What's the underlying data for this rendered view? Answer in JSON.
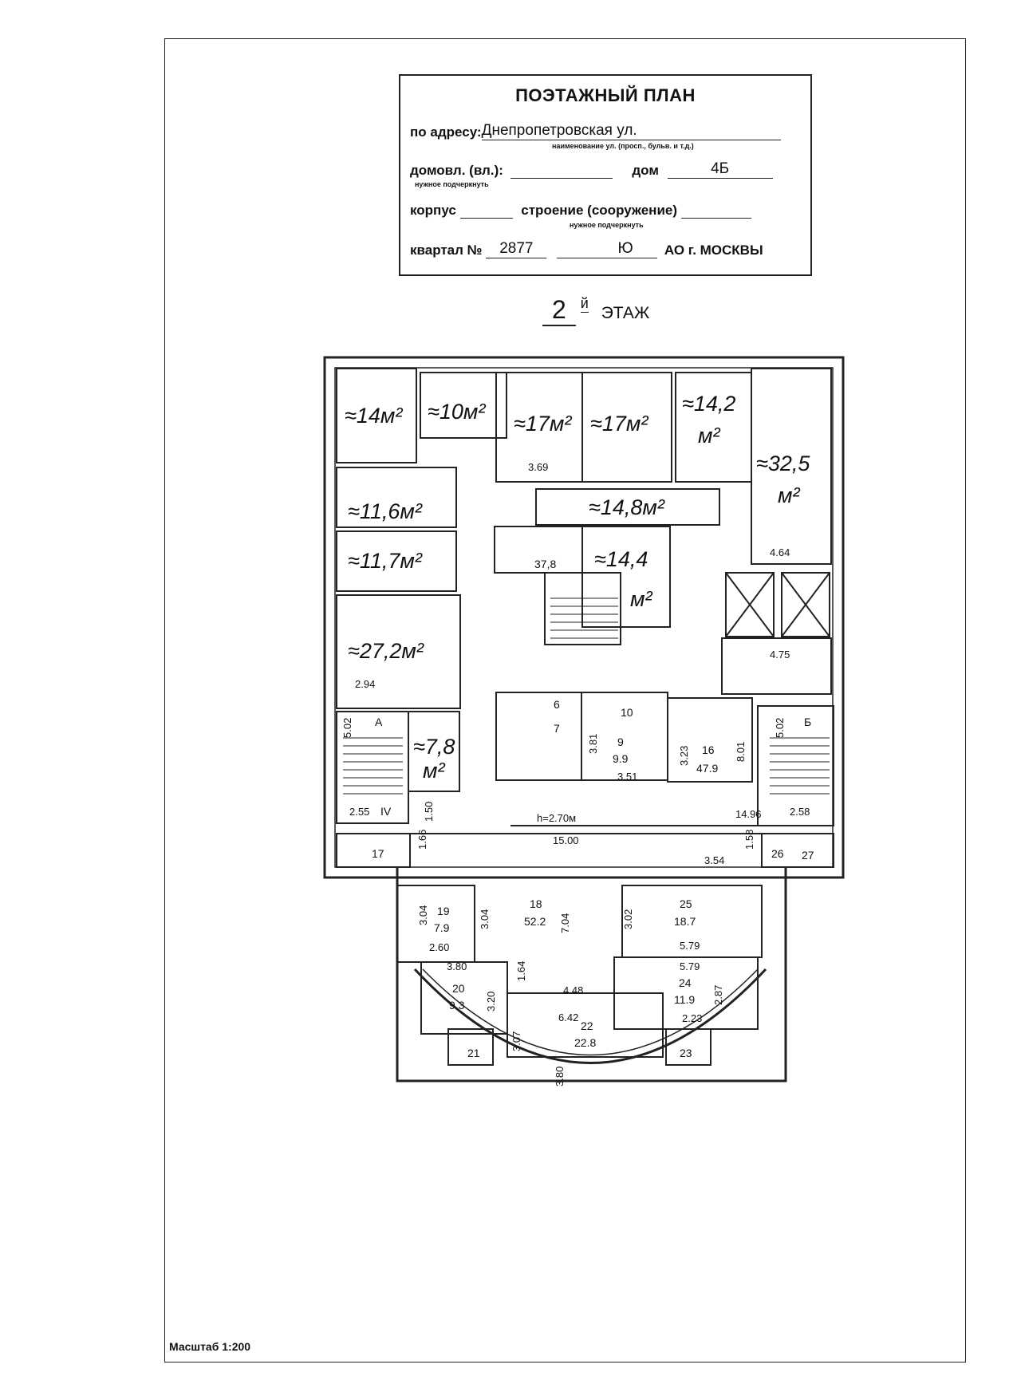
{
  "stamp": {
    "title": "ПОЭТАЖНЫЙ ПЛАН",
    "address_label": "по адресу:",
    "address_value": "Днепропетровская ул.",
    "address_hint": "наименование ул. (просп., бульв. и т.д.)",
    "domovl_label": "домовл. (вл.):",
    "dom_label": "дом",
    "dom_value": "4Б",
    "underline_hint": "нужное подчеркнуть",
    "korpus_label": "корпус",
    "stroenie_label": "строение (сооружение)",
    "kvartal_label": "квартал №",
    "kvartal_value": "2877",
    "district_value": "Ю",
    "city_label": "АО г. МОСКВЫ"
  },
  "floor": {
    "number": "2",
    "suffix": "й",
    "label": "ЭТАЖ"
  },
  "scale": "Масштаб 1:200",
  "handwritten_areas": [
    "≈14м²",
    "≈10м²",
    "≈17м²",
    "≈17м²",
    "≈14,2",
    "м²",
    "≈32,5",
    "м²",
    "≈11,6м²",
    "≈14,8м²",
    "≈11,7м²",
    "≈14,4",
    "м²",
    "≈27,2м²",
    "≈7,8",
    "м²",
    "37,8"
  ],
  "stairs": {
    "a": "А",
    "b": "Б",
    "iv": "IV"
  },
  "rooms": [
    {
      "num": "6",
      "area": ""
    },
    {
      "num": "7",
      "area": ""
    },
    {
      "num": "9",
      "area": "9.9"
    },
    {
      "num": "10",
      "area": ""
    },
    {
      "num": "16",
      "area": "47.9"
    },
    {
      "num": "17",
      "area": ""
    },
    {
      "num": "18",
      "area": "52.2"
    },
    {
      "num": "19",
      "area": "7.9"
    },
    {
      "num": "20",
      "area": "9.3"
    },
    {
      "num": "21",
      "area": ""
    },
    {
      "num": "22",
      "area": "22.8"
    },
    {
      "num": "23",
      "area": ""
    },
    {
      "num": "24",
      "area": "11.9"
    },
    {
      "num": "25",
      "area": "18.7"
    },
    {
      "num": "26",
      "area": ""
    },
    {
      "num": "27",
      "area": ""
    }
  ],
  "dimensions": [
    "3.69",
    "4.64",
    "4.75",
    "2.94",
    "5.02",
    "5.02",
    "2.55",
    "2.58",
    "1.50",
    "3.81",
    "3.51",
    "3.23",
    "8.01",
    "h=2.70м",
    "14.96",
    "15.00",
    "1.66",
    "1.58",
    "3.54",
    "3.04",
    "3.04",
    "7.04",
    "3.02",
    "2.60",
    "5.79",
    "5.79",
    "3.80",
    "1.64",
    "4.48",
    "2.87",
    "3.20",
    "6.42",
    "2.23",
    "3.07",
    "3.80"
  ]
}
